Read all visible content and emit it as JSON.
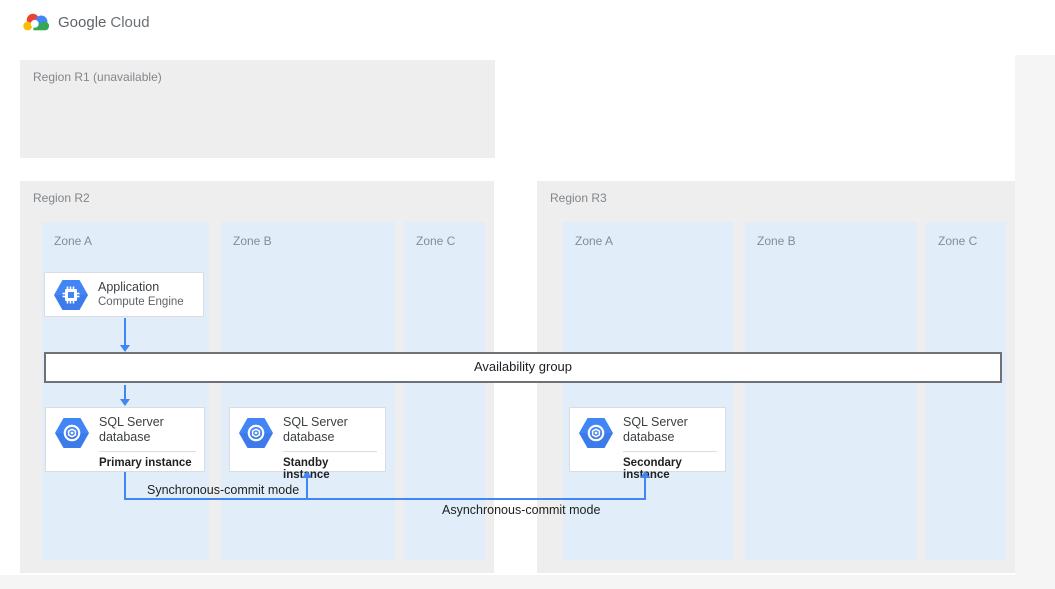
{
  "header": {
    "brand": {
      "google": "Google",
      "cloud": "Cloud"
    }
  },
  "regions": {
    "r1": {
      "label": "Region R1 (unavailable)"
    },
    "r2": {
      "label": "Region R2",
      "zones": [
        "Zone A",
        "Zone B",
        "Zone C"
      ]
    },
    "r3": {
      "label": "Region R3",
      "zones": [
        "Zone A",
        "Zone B",
        "Zone C"
      ]
    }
  },
  "nodes": {
    "application": {
      "title": "Application",
      "subtitle": "Compute Engine"
    },
    "availability_group": {
      "label": "Availability group"
    },
    "sql_primary": {
      "title": "SQL Server database",
      "instance": "Primary instance"
    },
    "sql_standby": {
      "title": "SQL Server database",
      "instance": "Standby instance"
    },
    "sql_secondary": {
      "title": "SQL Server database",
      "instance": "Secondary instance"
    }
  },
  "connections": {
    "synchronous": {
      "label": "Synchronous-commit mode"
    },
    "asynchronous": {
      "label": "Asynchronous-commit mode"
    }
  },
  "icons": {
    "logo": "google-cloud-logo",
    "application": "compute-engine-icon",
    "database": "cloud-sql-icon"
  },
  "colors": {
    "accent_blue": "#4285f4",
    "zone_fill": "#e1eefa",
    "region_fill": "#eeeeee",
    "bar_border": "#6e7276",
    "logo_red": "#ea4335",
    "logo_yellow": "#fbbc05",
    "logo_green": "#34a853"
  }
}
